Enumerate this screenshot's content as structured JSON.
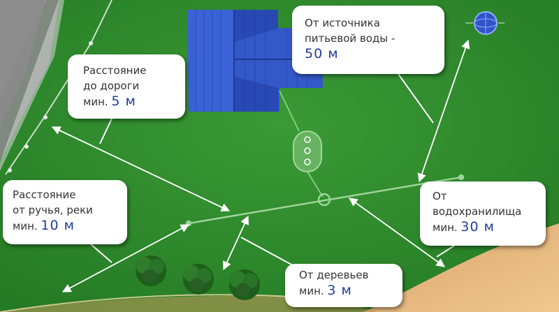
{
  "colors": {
    "grass": "#2f8a2c",
    "road": "#8f8f8f",
    "roof": "#2f55c9",
    "beach": "#e3b37a",
    "value": "#1f3f9a",
    "line": "#dfeadf"
  },
  "callouts": {
    "road": {
      "line1": "Расстояние",
      "line2": "до дороги",
      "prefix": "мин.",
      "value": "5 м"
    },
    "water": {
      "line1": "От источника",
      "line2": "питьевой воды -",
      "value": "50 м"
    },
    "stream": {
      "line1": "Расстояние",
      "line2": "от ручья, реки",
      "prefix": "мин.",
      "value": "10 м"
    },
    "reservoir": {
      "line1": "От",
      "line2": "водохранилища",
      "prefix": "мин.",
      "value": "30 м"
    },
    "trees": {
      "line1": "От деревьев",
      "prefix": "мин.",
      "value": "3 м"
    }
  },
  "icons": [
    "house-roof-icon",
    "septic-tank-icon",
    "water-well-icon",
    "tree-icon",
    "fence-icon"
  ]
}
